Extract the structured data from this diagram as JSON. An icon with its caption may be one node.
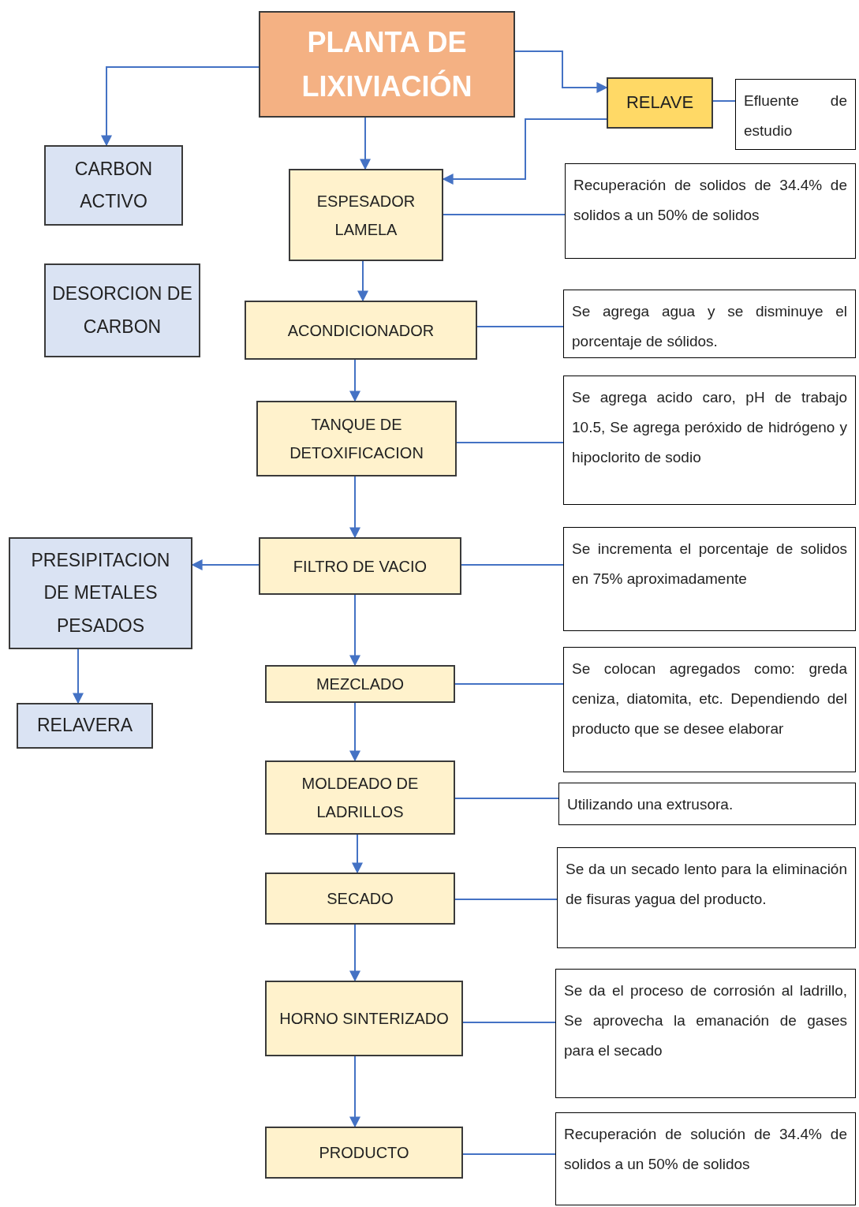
{
  "diagram": {
    "nodes": [
      {
        "text": [
          "PLANTA DE LIXIVIACIÓN"
        ]
      },
      {
        "text": [
          "RELAVE"
        ]
      },
      {
        "text": [
          "Efluente de estudio"
        ]
      },
      {
        "text": [
          "CARBON ACTIVO"
        ]
      },
      {
        "text": [
          "ESPESADOR LAMELA"
        ]
      },
      {
        "text": [
          "Recuperación de solidos de 34.4% de solidos a un 50% de solidos"
        ]
      },
      {
        "text": [
          "DESORCION DE CARBON"
        ]
      },
      {
        "text": [
          "ACONDICIONADOR"
        ]
      },
      {
        "text": [
          "Se agrega agua y se disminuye el porcentaje de sólidos."
        ]
      },
      {
        "text": [
          "TANQUE DE DETOXIFICACION"
        ]
      },
      {
        "text": [
          "Se agrega acido caro, pH de trabajo 10.5, Se agrega peróxido de hidrógeno y hipoclorito de sodio"
        ]
      },
      {
        "text": [
          "PRESIPITACION DE METALES PESADOS"
        ]
      },
      {
        "text": [
          "FILTRO DE VACIO"
        ]
      },
      {
        "text": [
          "Se incrementa el porcentaje de solidos en 75% aproximadamente"
        ]
      },
      {
        "text": [
          "RELAVERA"
        ]
      },
      {
        "text": [
          "MEZCLADO"
        ]
      },
      {
        "text": [
          "Se colocan agregados como: greda ceniza, diatomita, etc. Dependiendo del producto que se desee elaborar"
        ]
      },
      {
        "text": [
          "MOLDEADO DE LADRILLOS"
        ]
      },
      {
        "text": [
          "Utilizando una extrusora."
        ]
      },
      {
        "text": [
          "SECADO"
        ]
      },
      {
        "text": [
          "Se da un secado lento para la eliminación de fisuras yagua del producto."
        ]
      },
      {
        "text": [
          "HORNO SINTERIZADO"
        ]
      },
      {
        "text": [
          "Se da el proceso de corrosión al ladrillo, Se aprovecha la emanación de gases para el secado"
        ]
      },
      {
        "text": [
          "PRODUCTO"
        ]
      },
      {
        "text": [
          "Recuperación de solución de 34.4% de solidos a un 50% de solidos"
        ]
      }
    ],
    "edges": [
      {
        "from": 0,
        "to": 3,
        "arrow": "to"
      },
      {
        "from": 0,
        "to": 1,
        "arrow": "to"
      },
      {
        "from": 1,
        "to": 2,
        "arrow": "none"
      },
      {
        "from": 1,
        "to": 4,
        "arrow": "to"
      },
      {
        "from": 0,
        "to": 4,
        "arrow": "to"
      },
      {
        "from": 4,
        "to": 5,
        "arrow": "none"
      },
      {
        "from": 4,
        "to": 7,
        "arrow": "to"
      },
      {
        "from": 7,
        "to": 8,
        "arrow": "none"
      },
      {
        "from": 7,
        "to": 9,
        "arrow": "to"
      },
      {
        "from": 9,
        "to": 10,
        "arrow": "none"
      },
      {
        "from": 9,
        "to": 12,
        "arrow": "to"
      },
      {
        "from": 12,
        "to": 11,
        "arrow": "to"
      },
      {
        "from": 12,
        "to": 13,
        "arrow": "none"
      },
      {
        "from": 12,
        "to": 15,
        "arrow": "to"
      },
      {
        "from": 11,
        "to": 14,
        "arrow": "to"
      },
      {
        "from": 15,
        "to": 16,
        "arrow": "none"
      },
      {
        "from": 15,
        "to": 17,
        "arrow": "to"
      },
      {
        "from": 17,
        "to": 18,
        "arrow": "none"
      },
      {
        "from": 17,
        "to": 19,
        "arrow": "to"
      },
      {
        "from": 19,
        "to": 20,
        "arrow": "none"
      },
      {
        "from": 19,
        "to": 21,
        "arrow": "to"
      },
      {
        "from": 21,
        "to": 22,
        "arrow": "none"
      },
      {
        "from": 21,
        "to": 23,
        "arrow": "to"
      },
      {
        "from": 23,
        "to": 24,
        "arrow": "none"
      }
    ]
  }
}
